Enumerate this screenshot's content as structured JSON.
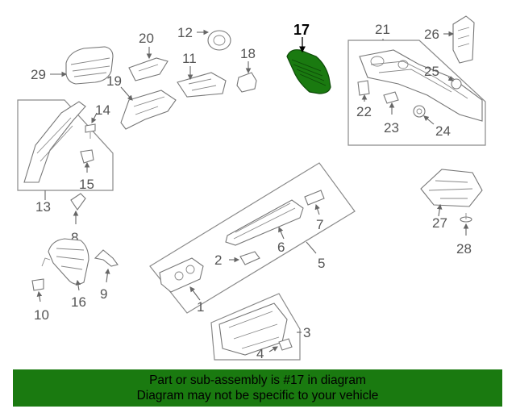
{
  "diagram": {
    "highlighted_part": "17",
    "highlight_color": "#1a7a10",
    "callouts": [
      "1",
      "2",
      "3",
      "4",
      "5",
      "6",
      "7",
      "8",
      "9",
      "10",
      "11",
      "12",
      "13",
      "14",
      "15",
      "16",
      "17",
      "18",
      "19",
      "20",
      "21",
      "22",
      "23",
      "24",
      "25",
      "26",
      "27",
      "28",
      "29"
    ]
  },
  "banner": {
    "line1": "Part or sub-assembly is #17 in diagram",
    "line2": "Diagram may not be specific to your vehicle",
    "background": "#1a7a10"
  }
}
